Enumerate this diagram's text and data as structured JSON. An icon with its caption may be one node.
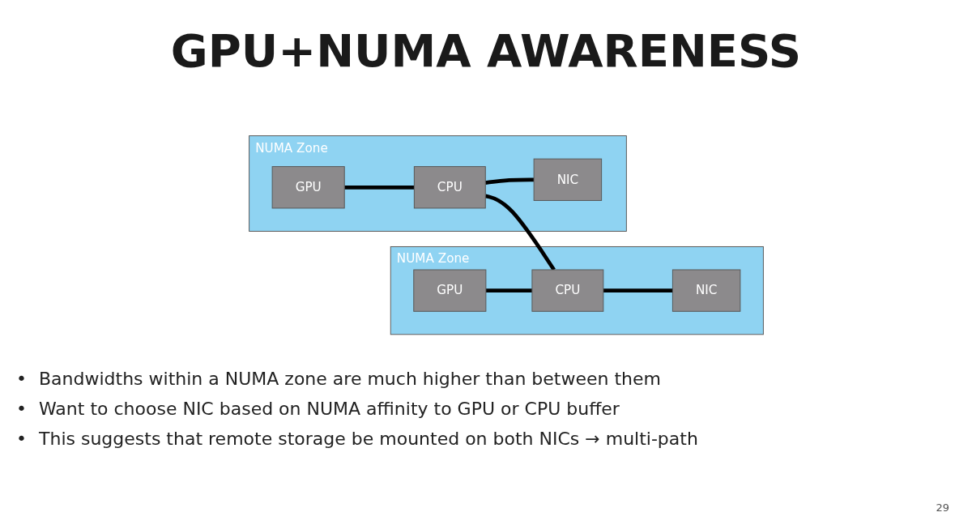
{
  "diagram": {
    "title": "GPU+NUMA AWARENESS",
    "nodes": [
      {
        "text": [
          "NUMA Zone"
        ]
      },
      {
        "text": [
          "GPU"
        ],
        "in": 0
      },
      {
        "text": [
          "CPU"
        ],
        "in": 0
      },
      {
        "text": [
          "NIC"
        ],
        "in": 0
      },
      {
        "text": [
          "NUMA Zone"
        ]
      },
      {
        "text": [
          "GPU"
        ],
        "in": 4
      },
      {
        "text": [
          "CPU"
        ],
        "in": 4
      },
      {
        "text": [
          "NIC"
        ],
        "in": 4
      }
    ],
    "edges": [
      {
        "from": 1,
        "to": 2,
        "arrow": "none"
      },
      {
        "from": 2,
        "to": 3,
        "arrow": "none"
      },
      {
        "from": 2,
        "to": 6,
        "arrow": "none"
      },
      {
        "from": 5,
        "to": 6,
        "arrow": "none"
      },
      {
        "from": 6,
        "to": 7,
        "arrow": "none"
      }
    ],
    "labels": [
      "•",
      "Bandwidths within a NUMA zone are much higher than between them",
      "•",
      "Want to choose NIC based on NUMA affinity to GPU or CPU buffer",
      "•",
      "This suggests that remote storage be mounted on both NICs → multi-path",
      "29"
    ]
  }
}
